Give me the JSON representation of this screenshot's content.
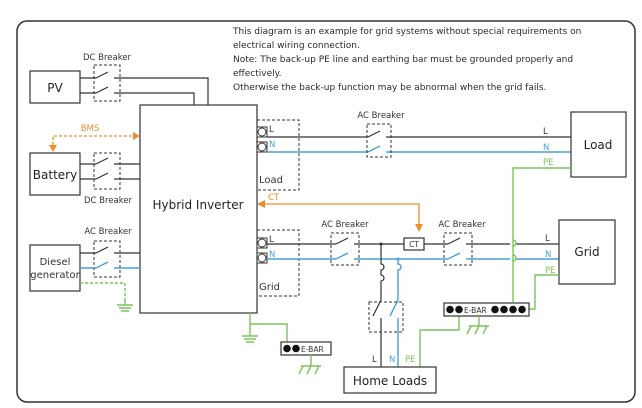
{
  "note": {
    "lines": [
      "This diagram is an example for grid systems without special requirements on",
      "electrical wiring connection.",
      "Note: The back-up PE line and earthing bar must be grounded properly and",
      "effectively.",
      "Otherwise the back-up function may be abnormal when the grid fails."
    ]
  },
  "components": {
    "pv": "PV",
    "battery": "Battery",
    "diesel_line1": "Diesel",
    "diesel_line2": "generator",
    "inverter": "Hybrid Inverter",
    "load": "Load",
    "grid": "Grid",
    "home_loads": "Home Loads"
  },
  "breakers": {
    "dc_pv": "DC Breaker",
    "dc_battery": "DC Breaker",
    "ac_diesel": "AC Breaker",
    "ac_load": "AC Breaker",
    "ac_grid_inv": "AC Breaker",
    "ac_grid_main": "AC Breaker"
  },
  "ports": {
    "load_group": "Load",
    "grid_group": "Grid",
    "L": "L",
    "N": "N",
    "PE": "PE"
  },
  "signals": {
    "bms": "BMS",
    "ct_line": "CT",
    "ct_box": "CT"
  },
  "ebar": {
    "label": "E-BAR"
  },
  "colors": {
    "line_L": "#333333",
    "line_N": "#4aa0d8",
    "line_PE": "#7cc35a",
    "signal": "#f08c2a"
  }
}
